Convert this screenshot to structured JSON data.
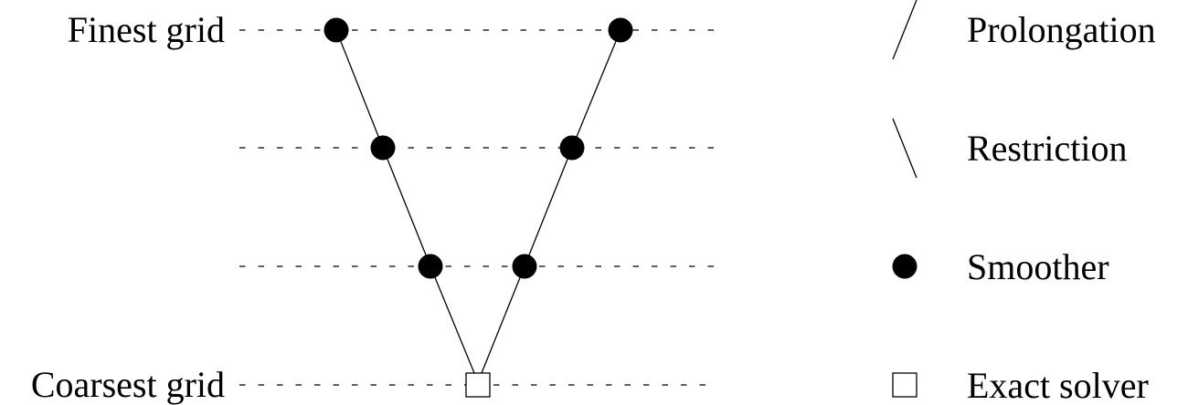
{
  "levels": {
    "finest": "Finest grid",
    "coarsest": "Coarsest grid"
  },
  "legend": {
    "prolongation": "Prolongation",
    "restriction": "Restriction",
    "smoother": "Smoother",
    "exact_solver": "Exact solver"
  },
  "colors": {
    "ink": "#000000",
    "background": "#ffffff"
  }
}
